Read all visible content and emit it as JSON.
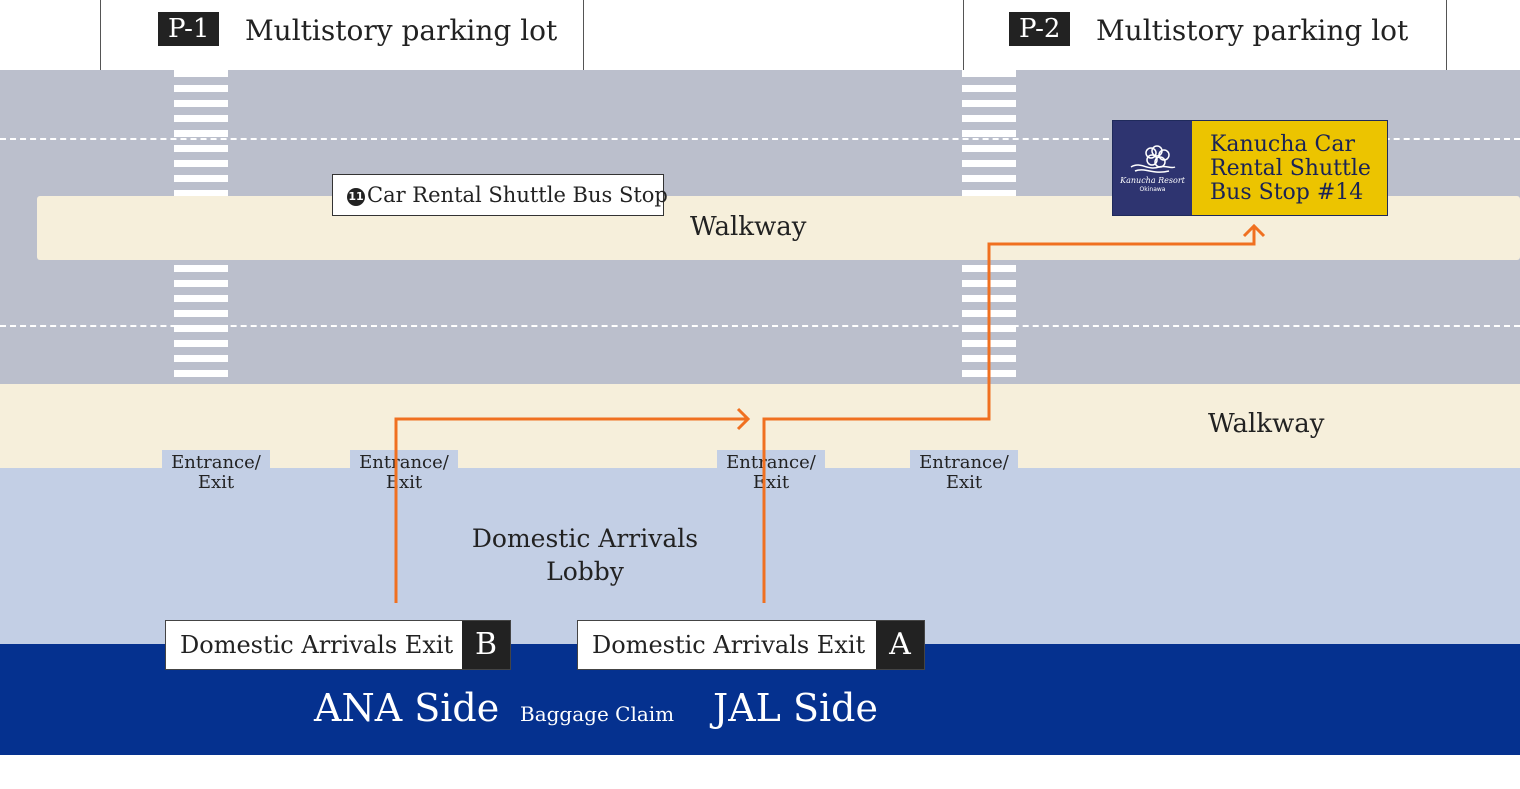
{
  "parking": [
    {
      "badge": "P-1",
      "label": "Multistory parking lot"
    },
    {
      "badge": "P-2",
      "label": "Multistory parking lot"
    }
  ],
  "walkway_top": "Walkway",
  "walkway_bottom": "Walkway",
  "car_rental_stop": {
    "number": "11",
    "label": "Car Rental Shuttle Bus Stop"
  },
  "kanucha_stop": {
    "logo_text": "Kanucha Resort",
    "logo_sub": "Okinawa",
    "lines": [
      "Kanucha Car",
      "Rental Shuttle",
      "Bus Stop #14"
    ]
  },
  "entrances": [
    {
      "line1": "Entrance/",
      "line2": "Exit"
    },
    {
      "line1": "Entrance/",
      "line2": "Exit"
    },
    {
      "line1": "Entrance/",
      "line2": "Exit"
    },
    {
      "line1": "Entrance/",
      "line2": "Exit"
    }
  ],
  "lobby": {
    "line1": "Domestic Arrivals",
    "line2": "Lobby"
  },
  "exits": [
    {
      "label": "Domestic Arrivals Exit",
      "letter": "B"
    },
    {
      "label": "Domestic Arrivals Exit",
      "letter": "A"
    }
  ],
  "baggage": {
    "ana": "ANA Side",
    "claim": "Baggage Claim",
    "jal": "JAL Side"
  },
  "colors": {
    "road": "#bbbfcc",
    "walkway": "#f6efdb",
    "lobby": "#c3cfe5",
    "baggage_claim": "#05318f",
    "route": "#f07020",
    "kanucha_logo": "#2e3470",
    "kanucha_sign": "#ecc400"
  }
}
